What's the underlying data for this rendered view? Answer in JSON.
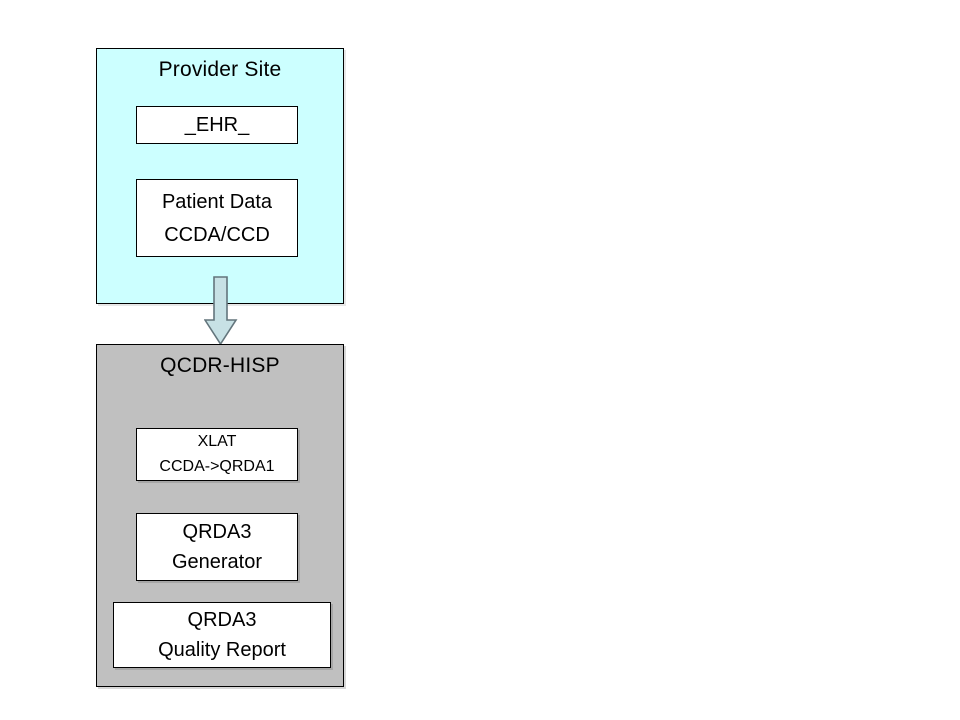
{
  "provider_site": {
    "title": "Provider Site",
    "ehr_label": "_EHR_",
    "patient_data_line1": "Patient Data",
    "patient_data_line2": "CCDA/CCD"
  },
  "connector": {
    "icon": "down-arrow-icon",
    "direction": "down"
  },
  "qcdr_hisp": {
    "title": "QCDR-HISP",
    "xlat_line1": "XLAT",
    "xlat_line2": "CCDA->QRDA1",
    "generator_line1": "QRDA3",
    "generator_line2": "Generator",
    "report_line1": "QRDA3",
    "report_line2": "Quality Report"
  },
  "colors": {
    "page_bg": "#FFFFFF",
    "provider_site_bg": "#CCFFFF",
    "qcdr_hisp_bg": "#C0C0C0",
    "node_bg": "#FFFFFF",
    "border": "#000000",
    "arrow_fill": "#C7E1E5",
    "arrow_stroke": "#63757C",
    "text": "#000000"
  }
}
